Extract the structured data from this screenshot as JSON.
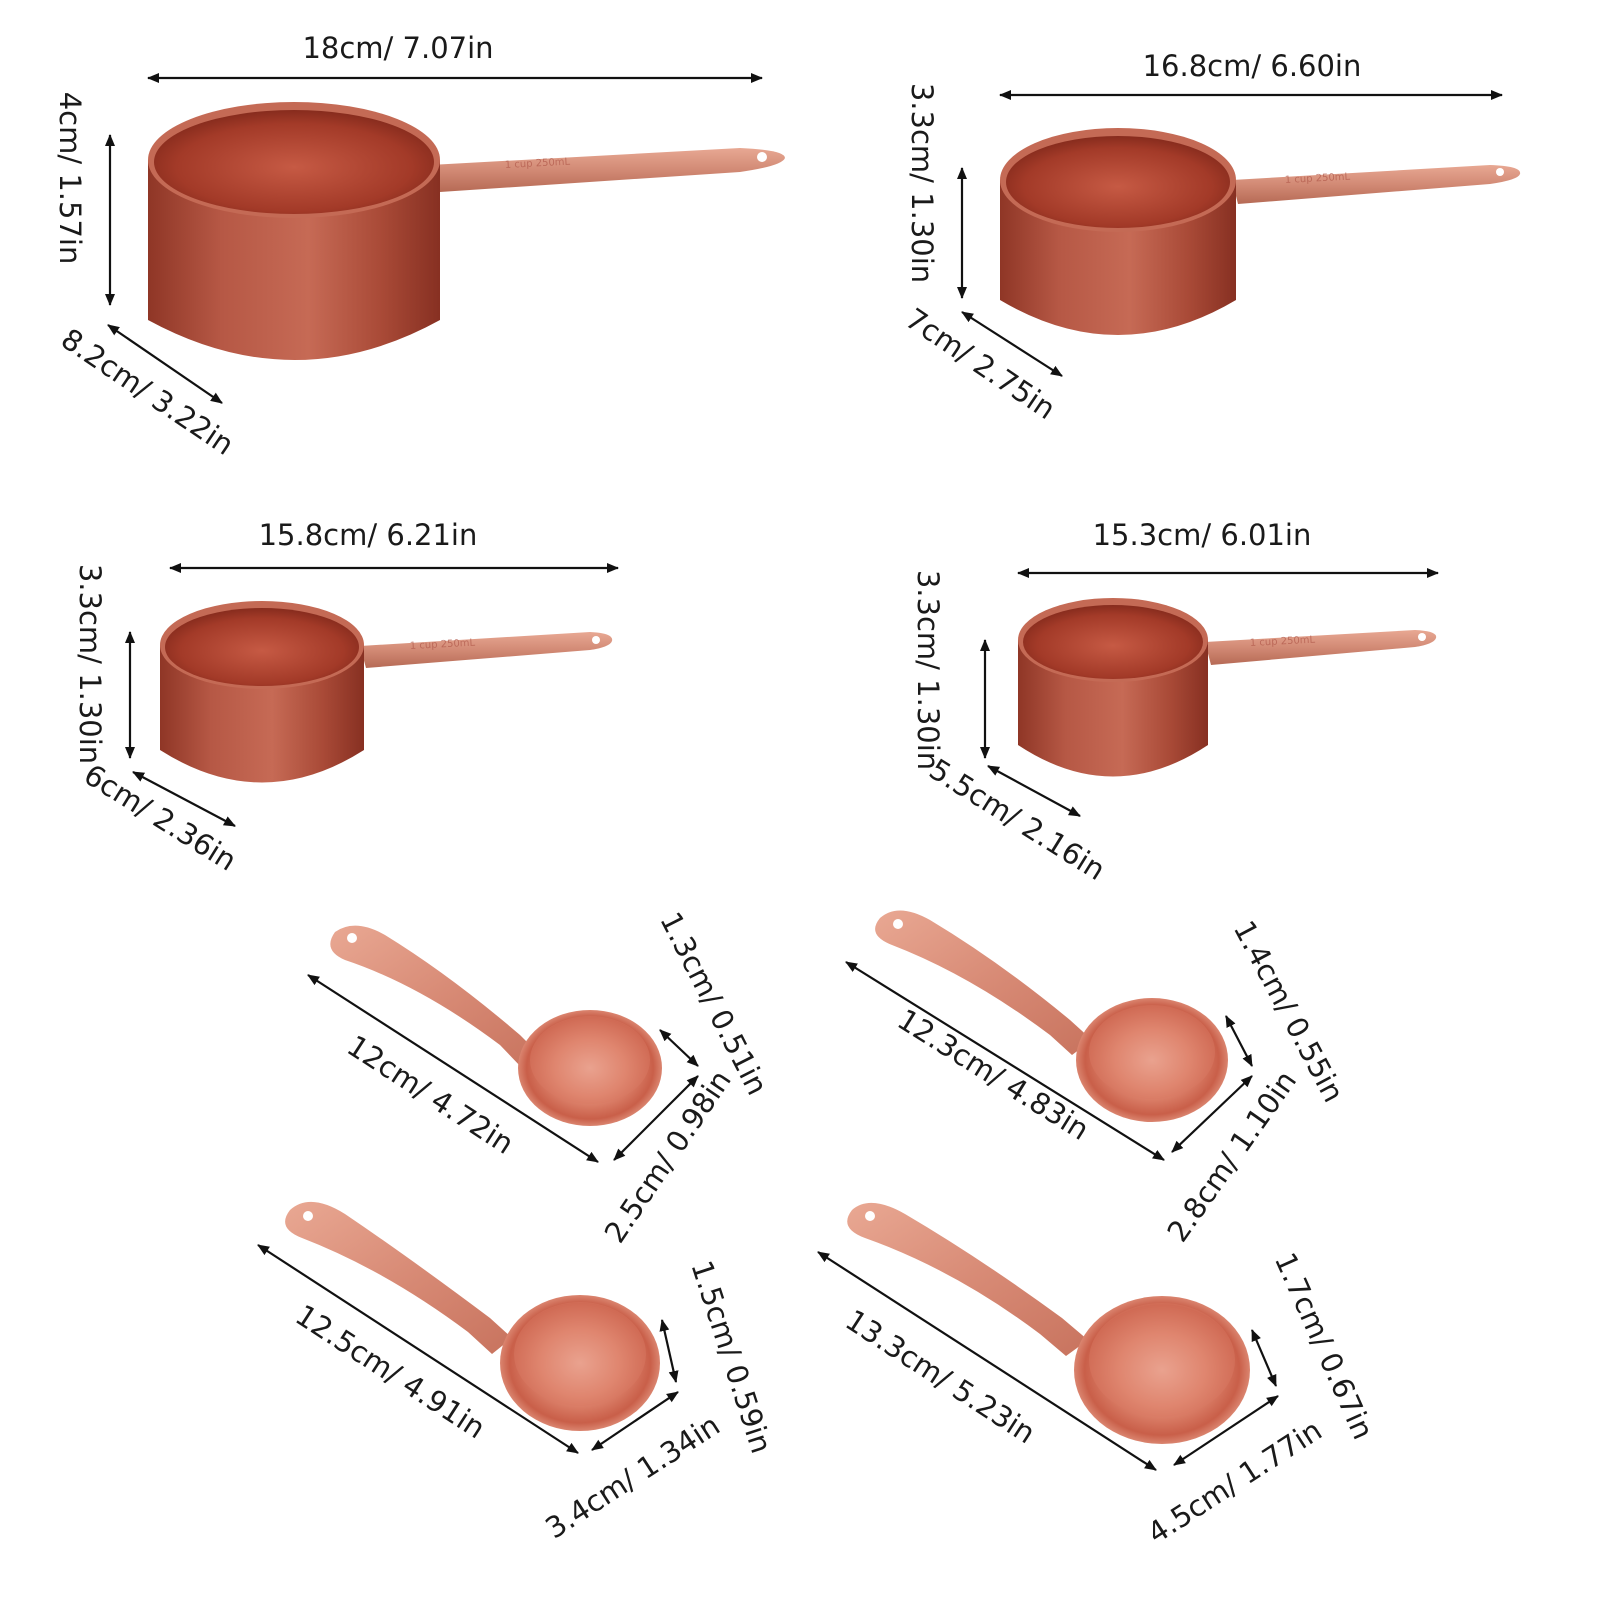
{
  "colors": {
    "copper_dark": "#8a2f22",
    "copper_mid": "#b8533f",
    "copper_light": "#e0917c",
    "rose_spoon": "#f0a590",
    "text": "#1a1a1a"
  },
  "cups": [
    {
      "length": "18cm/ 7.07in",
      "height": "4cm/ 1.57in",
      "diameter": "8.2cm/ 3.22in",
      "engraving": "1 cup 250mL"
    },
    {
      "length": "16.8cm/ 6.60in",
      "height": "3.3cm/ 1.30in",
      "diameter": "7cm/ 2.75in",
      "engraving": "1 cup 250mL"
    },
    {
      "length": "15.8cm/ 6.21in",
      "height": "3.3cm/ 1.30in",
      "diameter": "6cm/ 2.36in",
      "engraving": "1 cup 250mL"
    },
    {
      "length": "15.3cm/ 6.01in",
      "height": "3.3cm/ 1.30in",
      "diameter": "5.5cm/ 2.16in",
      "engraving": "1 cup 250mL"
    }
  ],
  "spoons": [
    {
      "length": "12cm/ 4.72in",
      "depth": "1.3cm/ 0.51in",
      "bowl": "2.5cm/ 0.98in"
    },
    {
      "length": "12.3cm/ 4.83in",
      "depth": "1.4cm/ 0.55in",
      "bowl": "2.8cm/ 1.10in"
    },
    {
      "length": "12.5cm/ 4.91in",
      "depth": "1.5cm/ 0.59in",
      "bowl": "3.4cm/ 1.34in"
    },
    {
      "length": "13.3cm/ 5.23in",
      "depth": "1.7cm/ 0.67in",
      "bowl": "4.5cm/ 1.77in"
    }
  ]
}
